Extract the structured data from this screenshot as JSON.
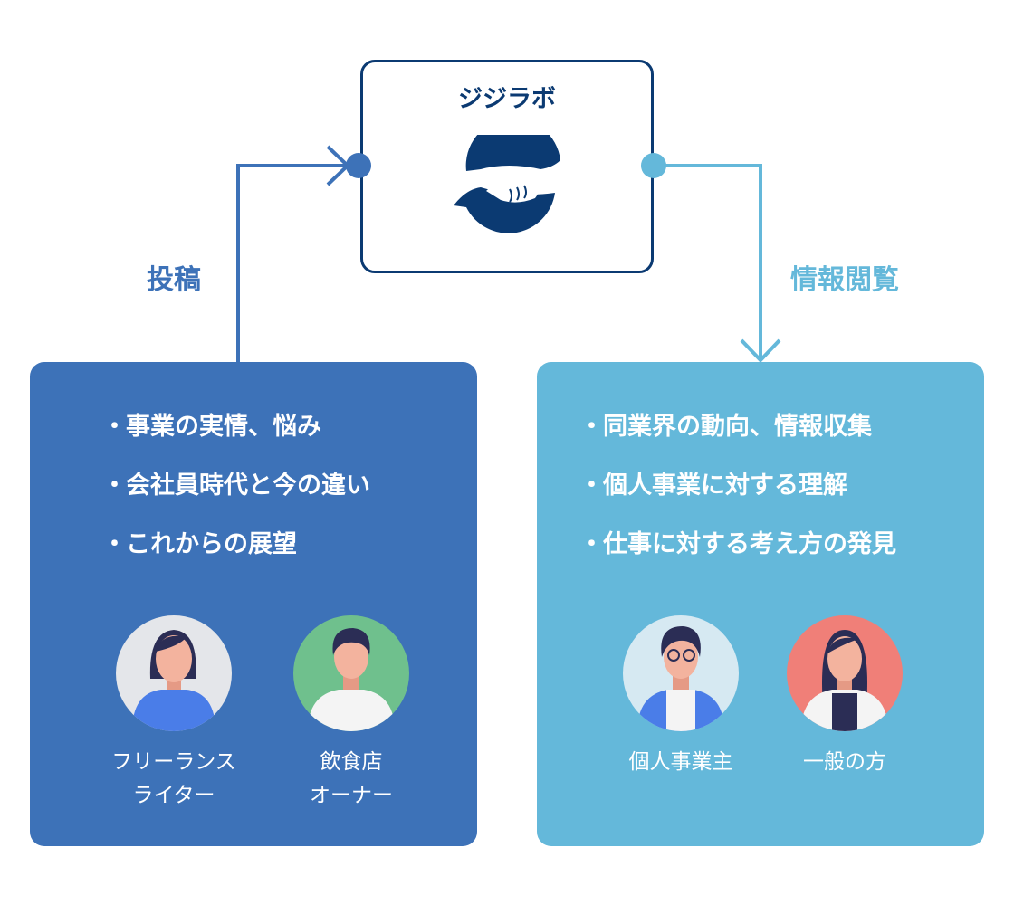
{
  "hub": {
    "title": "ジジラボ",
    "logo": "handshake-logo",
    "color": "#0b3a72"
  },
  "flows": {
    "post": {
      "label": "投稿",
      "color": "#3d72b8"
    },
    "view": {
      "label": "情報閲覧",
      "color": "#64b8da"
    }
  },
  "left_panel": {
    "color": "#3d72b8",
    "bullets": [
      "事業の実情、悩み",
      "会社員時代と今の違い",
      "これからの展望"
    ],
    "personas": [
      {
        "name": "フリーランス\nライター",
        "avatar": "woman-avatar",
        "bg": "#e4e6ea"
      },
      {
        "name": "飲食店\nオーナー",
        "avatar": "man-avatar",
        "bg": "#6fc08d"
      }
    ]
  },
  "right_panel": {
    "color": "#64b8da",
    "bullets": [
      "同業界の動向、情報収集",
      "個人事業に対する理解",
      "仕事に対する考え方の発見"
    ],
    "personas": [
      {
        "name": "個人事業主",
        "avatar": "man-glasses-avatar",
        "bg": "#d6e9f2"
      },
      {
        "name": "一般の方",
        "avatar": "woman-longhair-avatar",
        "bg": "#f07f78"
      }
    ]
  },
  "bullet_char": "・"
}
